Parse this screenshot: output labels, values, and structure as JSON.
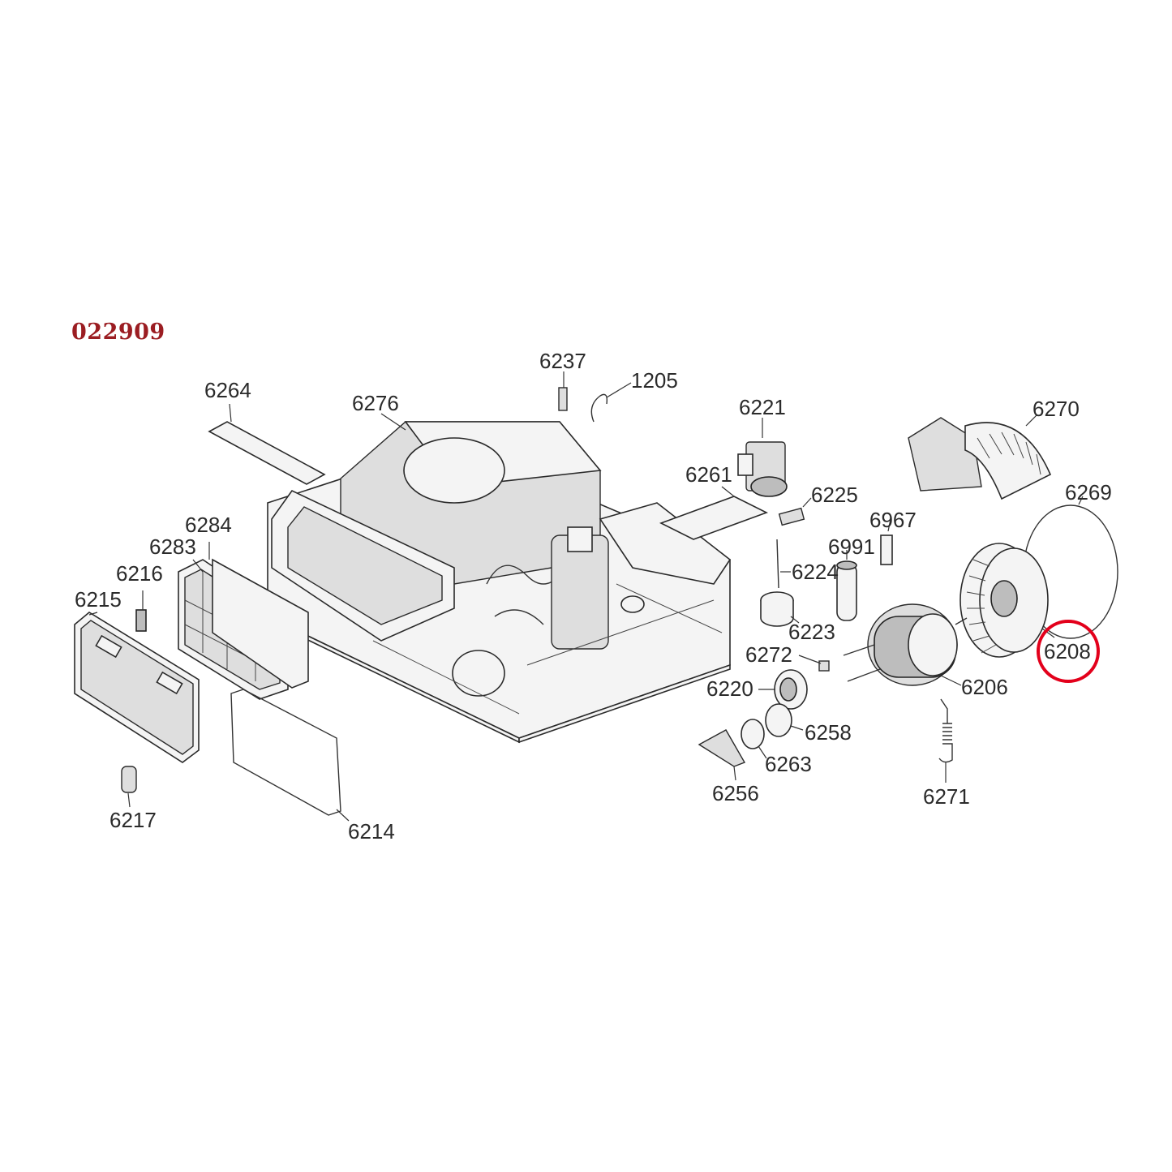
{
  "diagram": {
    "code": "022909",
    "highlight_color": "#e3001b",
    "highlighted_part": "6208",
    "labels": {
      "p6237": "6237",
      "p1205": "1205",
      "p6264": "6264",
      "p6276": "6276",
      "p6221": "6221",
      "p6270": "6270",
      "p6261": "6261",
      "p6225": "6225",
      "p6269": "6269",
      "p6967": "6967",
      "p6284": "6284",
      "p6283": "6283",
      "p6991": "6991",
      "p6216": "6216",
      "p6224": "6224",
      "p6215": "6215",
      "p6223": "6223",
      "p6272": "6272",
      "p6208": "6208",
      "p6220": "6220",
      "p6206": "6206",
      "p6258": "6258",
      "p6263": "6263",
      "p6256": "6256",
      "p6271": "6271",
      "p6217": "6217",
      "p6214": "6214"
    }
  }
}
